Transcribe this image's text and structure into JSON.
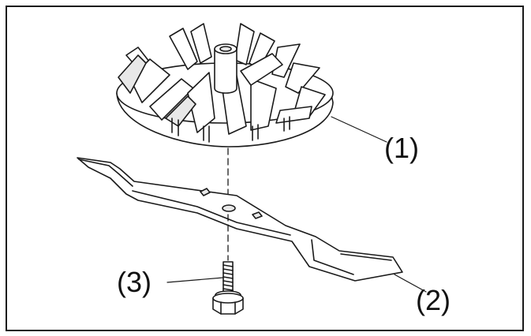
{
  "callouts": {
    "fan_label": "(1)",
    "blade_label": "(2)",
    "bolt_label": "(3)"
  },
  "colors": {
    "line": "#1a1a1a",
    "fill": "#ffffff",
    "shade": "#e8e8e8"
  }
}
